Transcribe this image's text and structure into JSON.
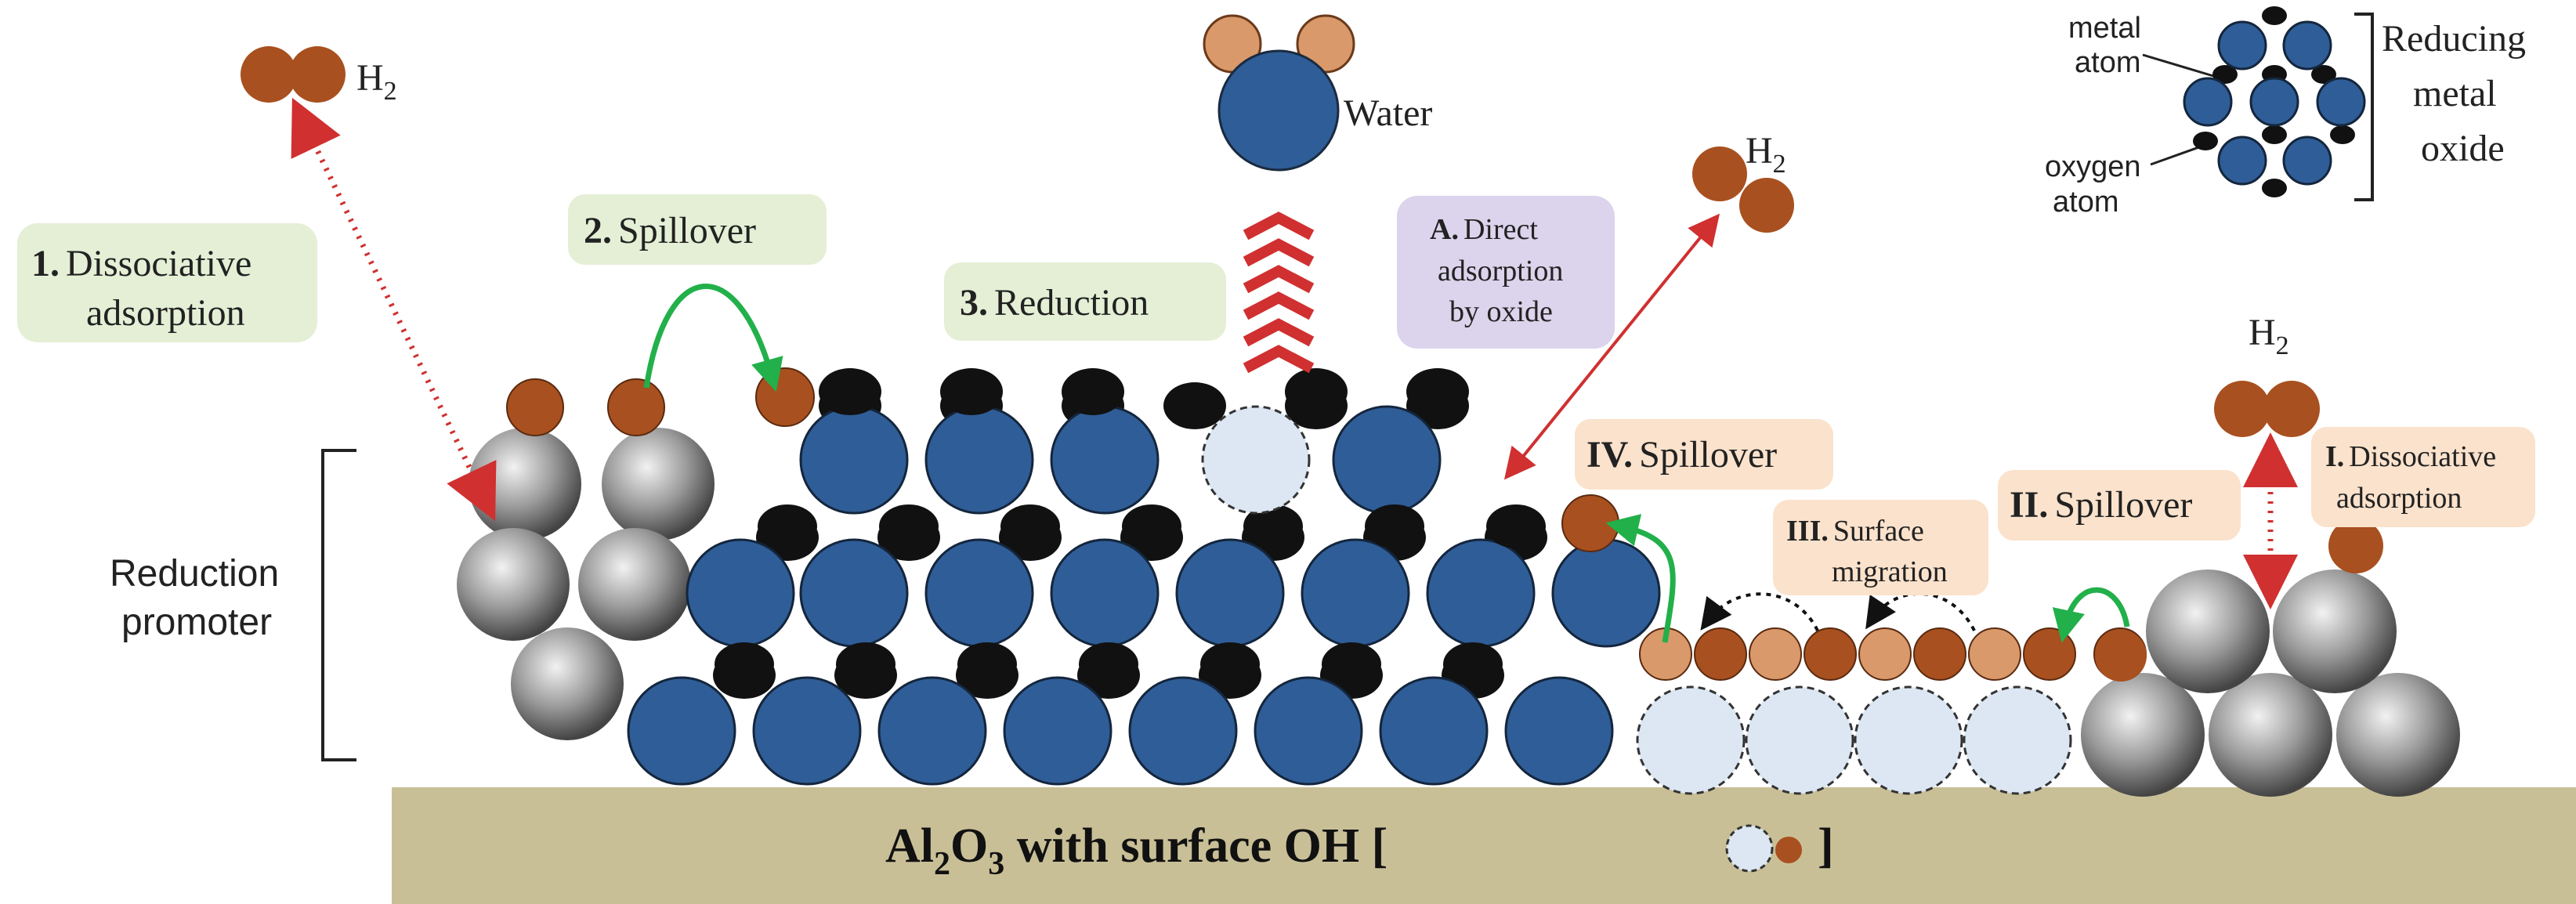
{
  "colors": {
    "metal_atom": "#2f5d97",
    "oxygen_atom": "#111111",
    "hydrogen_atom": "#a8501f",
    "water_hydrogen": "#d9996a",
    "support_atom": "#dce7f3",
    "promoter_atom": "#8a8a8a",
    "substrate": "#c9bf97",
    "step_box": "#e4efd6",
    "oxide_box": "#dcd3ec",
    "roman_box": "#fbe2cc",
    "arrow_red": "#d03030",
    "arrow_green": "#22b04a"
  },
  "labels": {
    "h2_left": "H",
    "h2_mid": "H",
    "h2_right": "H",
    "h2_sub": "2",
    "water": "Water",
    "step1_num": "1.",
    "step1_line1": "Dissociative",
    "step1_line2": "adsorption",
    "step2_num": "2.",
    "step2_text": "Spillover",
    "step3_num": "3.",
    "step3_text": "Reduction",
    "stepA_num": "A.",
    "stepA_line1": "Direct",
    "stepA_line2": "adsorption",
    "stepA_line3": "by oxide",
    "stepIV_num": "IV.",
    "stepIV_text": "Spillover",
    "stepIII_num": "III.",
    "stepIII_line1": "Surface",
    "stepIII_line2": "migration",
    "stepII_num": "II.",
    "stepII_text": "Spillover",
    "stepI_num": "I.",
    "stepI_line1": "Dissociative",
    "stepI_line2": "adsorption",
    "reduction_promoter_line1": "Reduction",
    "reduction_promoter_line2": "promoter",
    "substrate_text_a": "Al",
    "substrate_sub1": "2",
    "substrate_text_b": "O",
    "substrate_sub2": "3",
    "substrate_text_c": " with surface OH [",
    "substrate_text_d": "]"
  },
  "legend": {
    "metal_atom_line1": "metal",
    "metal_atom_line2": "atom",
    "oxygen_atom_line1": "oxygen",
    "oxygen_atom_line2": "atom",
    "title_line1": "Reducing",
    "title_line2": "metal",
    "title_line3": "oxide"
  }
}
